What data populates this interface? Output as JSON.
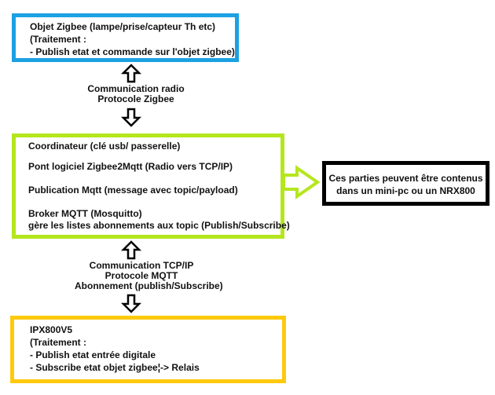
{
  "diagram": {
    "nodes": {
      "zigbee_object": {
        "color": "#1ba1e2",
        "lines": [
          "Objet Zigbee (lampe/prise/capteur Th etc)",
          "(Traitement :",
          "- Publish etat et commande sur l'objet zigbee)"
        ]
      },
      "coordinator": {
        "color": "#b5e61d",
        "lines": [
          "Coordinateur (clé usb/ passerelle)",
          "Pont logiciel Zigbee2Mqtt (Radio vers TCP/IP)",
          "Publication Mqtt (message avec topic/payload)",
          "Broker MQTT (Mosquitto)",
          "gère les listes abonnements aux topic (Publish/Subscribe)"
        ]
      },
      "note": {
        "color": "#000000",
        "lines": [
          "Ces parties peuvent être contenus",
          "dans  un mini-pc ou un NRX800"
        ]
      },
      "ipx": {
        "color": "#ffc90e",
        "lines": [
          "IPX800V5",
          "(Traitement :",
          "- Publish etat entrée digitale",
          "- Subscribe etat objet zigbee¦-> Relais"
        ]
      }
    },
    "edges": {
      "radio": {
        "from": "zigbee_object",
        "to": "coordinator",
        "direction": "bidirectional",
        "lines": [
          "Communication radio",
          "Protocole Zigbee"
        ]
      },
      "tcpip": {
        "from": "coordinator",
        "to": "ipx",
        "direction": "bidirectional",
        "lines": [
          "Communication TCP/IP",
          "Protocole MQTT",
          "Abonnement (publish/Subscribe)"
        ]
      },
      "container": {
        "from": "coordinator",
        "to": "note",
        "direction": "forward",
        "color": "#b5e61d"
      }
    }
  }
}
